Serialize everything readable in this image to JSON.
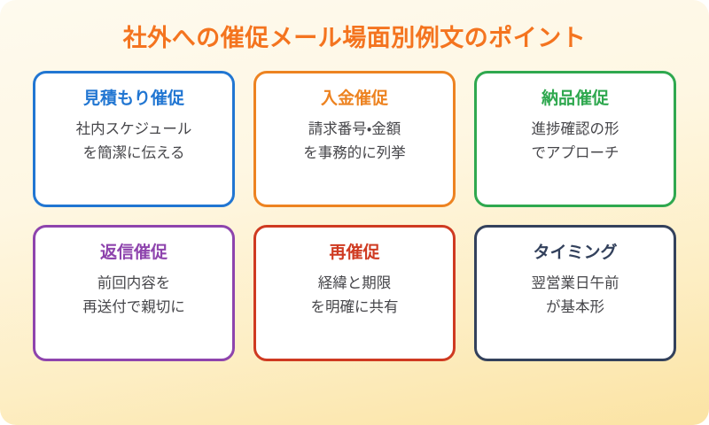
{
  "title": "社外への催促メール場面別例文のポイント",
  "theme": {
    "title_color": "#f4741f",
    "background_top": "#fefaee",
    "background_bottom": "#fbe3a3",
    "card_background": "#ffffff",
    "body_text_color": "#46464a"
  },
  "cards": [
    {
      "title": "見積もり催促",
      "color": "#2176d2",
      "body_line1": "社内スケジュール",
      "body_line2": "を簡潔に伝える"
    },
    {
      "title": "入金催促",
      "color": "#ed8321",
      "body_line1": "請求番号・金額",
      "body_line2": "を事務的に列挙"
    },
    {
      "title": "納品催促",
      "color": "#2fa84f",
      "body_line1": "進捗確認の形",
      "body_line2": "でアプローチ"
    },
    {
      "title": "返信催促",
      "color": "#8e44ad",
      "body_line1": "前回内容を",
      "body_line2": "再送付で親切に"
    },
    {
      "title": "再催促",
      "color": "#cf3a21",
      "body_line1": "経緯と期限",
      "body_line2": "を明確に共有"
    },
    {
      "title": "タイミング",
      "color": "#33415c",
      "body_line1": "翌営業日午前",
      "body_line2": "が基本形"
    }
  ]
}
